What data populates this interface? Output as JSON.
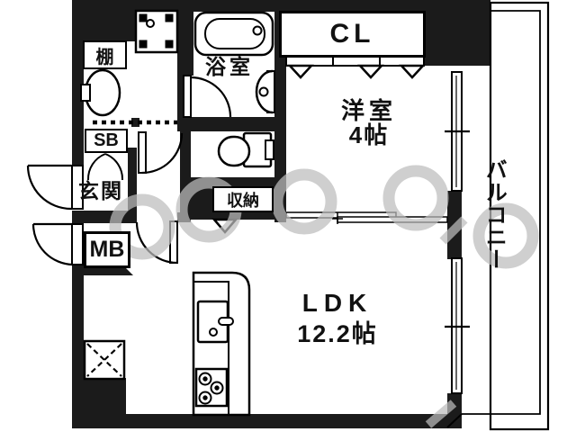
{
  "floorplan": {
    "labels": {
      "shelf": "棚",
      "bath": "浴室",
      "closet_cl": "CL",
      "western_room": "洋室",
      "western_room_size": "4帖",
      "shoe_box": "SB",
      "entrance": "玄関",
      "storage": "収納",
      "meter_box": "MB",
      "ldk": "LDK",
      "ldk_size": "12.2帖",
      "balcony": "バルコニー"
    },
    "colors": {
      "wall": "#1b1b1b",
      "line": "#000000",
      "floor": "#ffffff",
      "watermark": "#bdbdbd"
    },
    "fixture_icons": [
      "washing-machine-pan-icon",
      "washbasin-icon",
      "bathtub-icon",
      "corner-basin-icon",
      "toilet-icon",
      "kitchen-counter",
      "sink-icon",
      "stove-icon",
      "refrigerator-space-icon",
      "door-swing-icon",
      "folding-door-icon",
      "sliding-partition-icon",
      "window-icon"
    ]
  }
}
